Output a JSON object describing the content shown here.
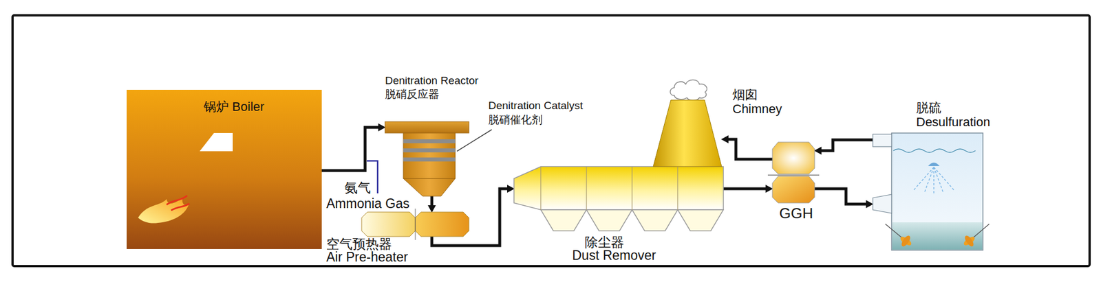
{
  "diagram": {
    "nodes": [
      {
        "text": [
          "锅炉 Boiler"
        ]
      },
      {
        "text": [
          "Denitration Reactor",
          "脱硝反应器"
        ]
      },
      {
        "text": [
          "空气预热器",
          "Air Pre-heater"
        ]
      },
      {
        "text": [
          "除尘器",
          "Dust Remover"
        ]
      },
      {
        "text": [
          "GGH"
        ]
      },
      {
        "text": [
          "烟囱",
          "Chimney"
        ]
      },
      {
        "text": [
          "脱硫",
          "Desulfuration"
        ]
      }
    ],
    "edges": [
      {
        "from": 0,
        "to": 1,
        "arrow": "to"
      },
      {
        "from": 1,
        "to": 2,
        "arrow": "to"
      },
      {
        "from": 2,
        "to": 3,
        "arrow": "to"
      },
      {
        "from": 3,
        "to": 4,
        "arrow": "to"
      },
      {
        "from": 4,
        "to": 6,
        "arrow": "to"
      },
      {
        "from": 6,
        "to": 4,
        "arrow": "to"
      },
      {
        "from": 4,
        "to": 5,
        "arrow": "to"
      }
    ],
    "labels": [
      "Denitration Catalyst",
      "脱硝催化剂",
      "氨气",
      "Ammonia Gas"
    ]
  }
}
